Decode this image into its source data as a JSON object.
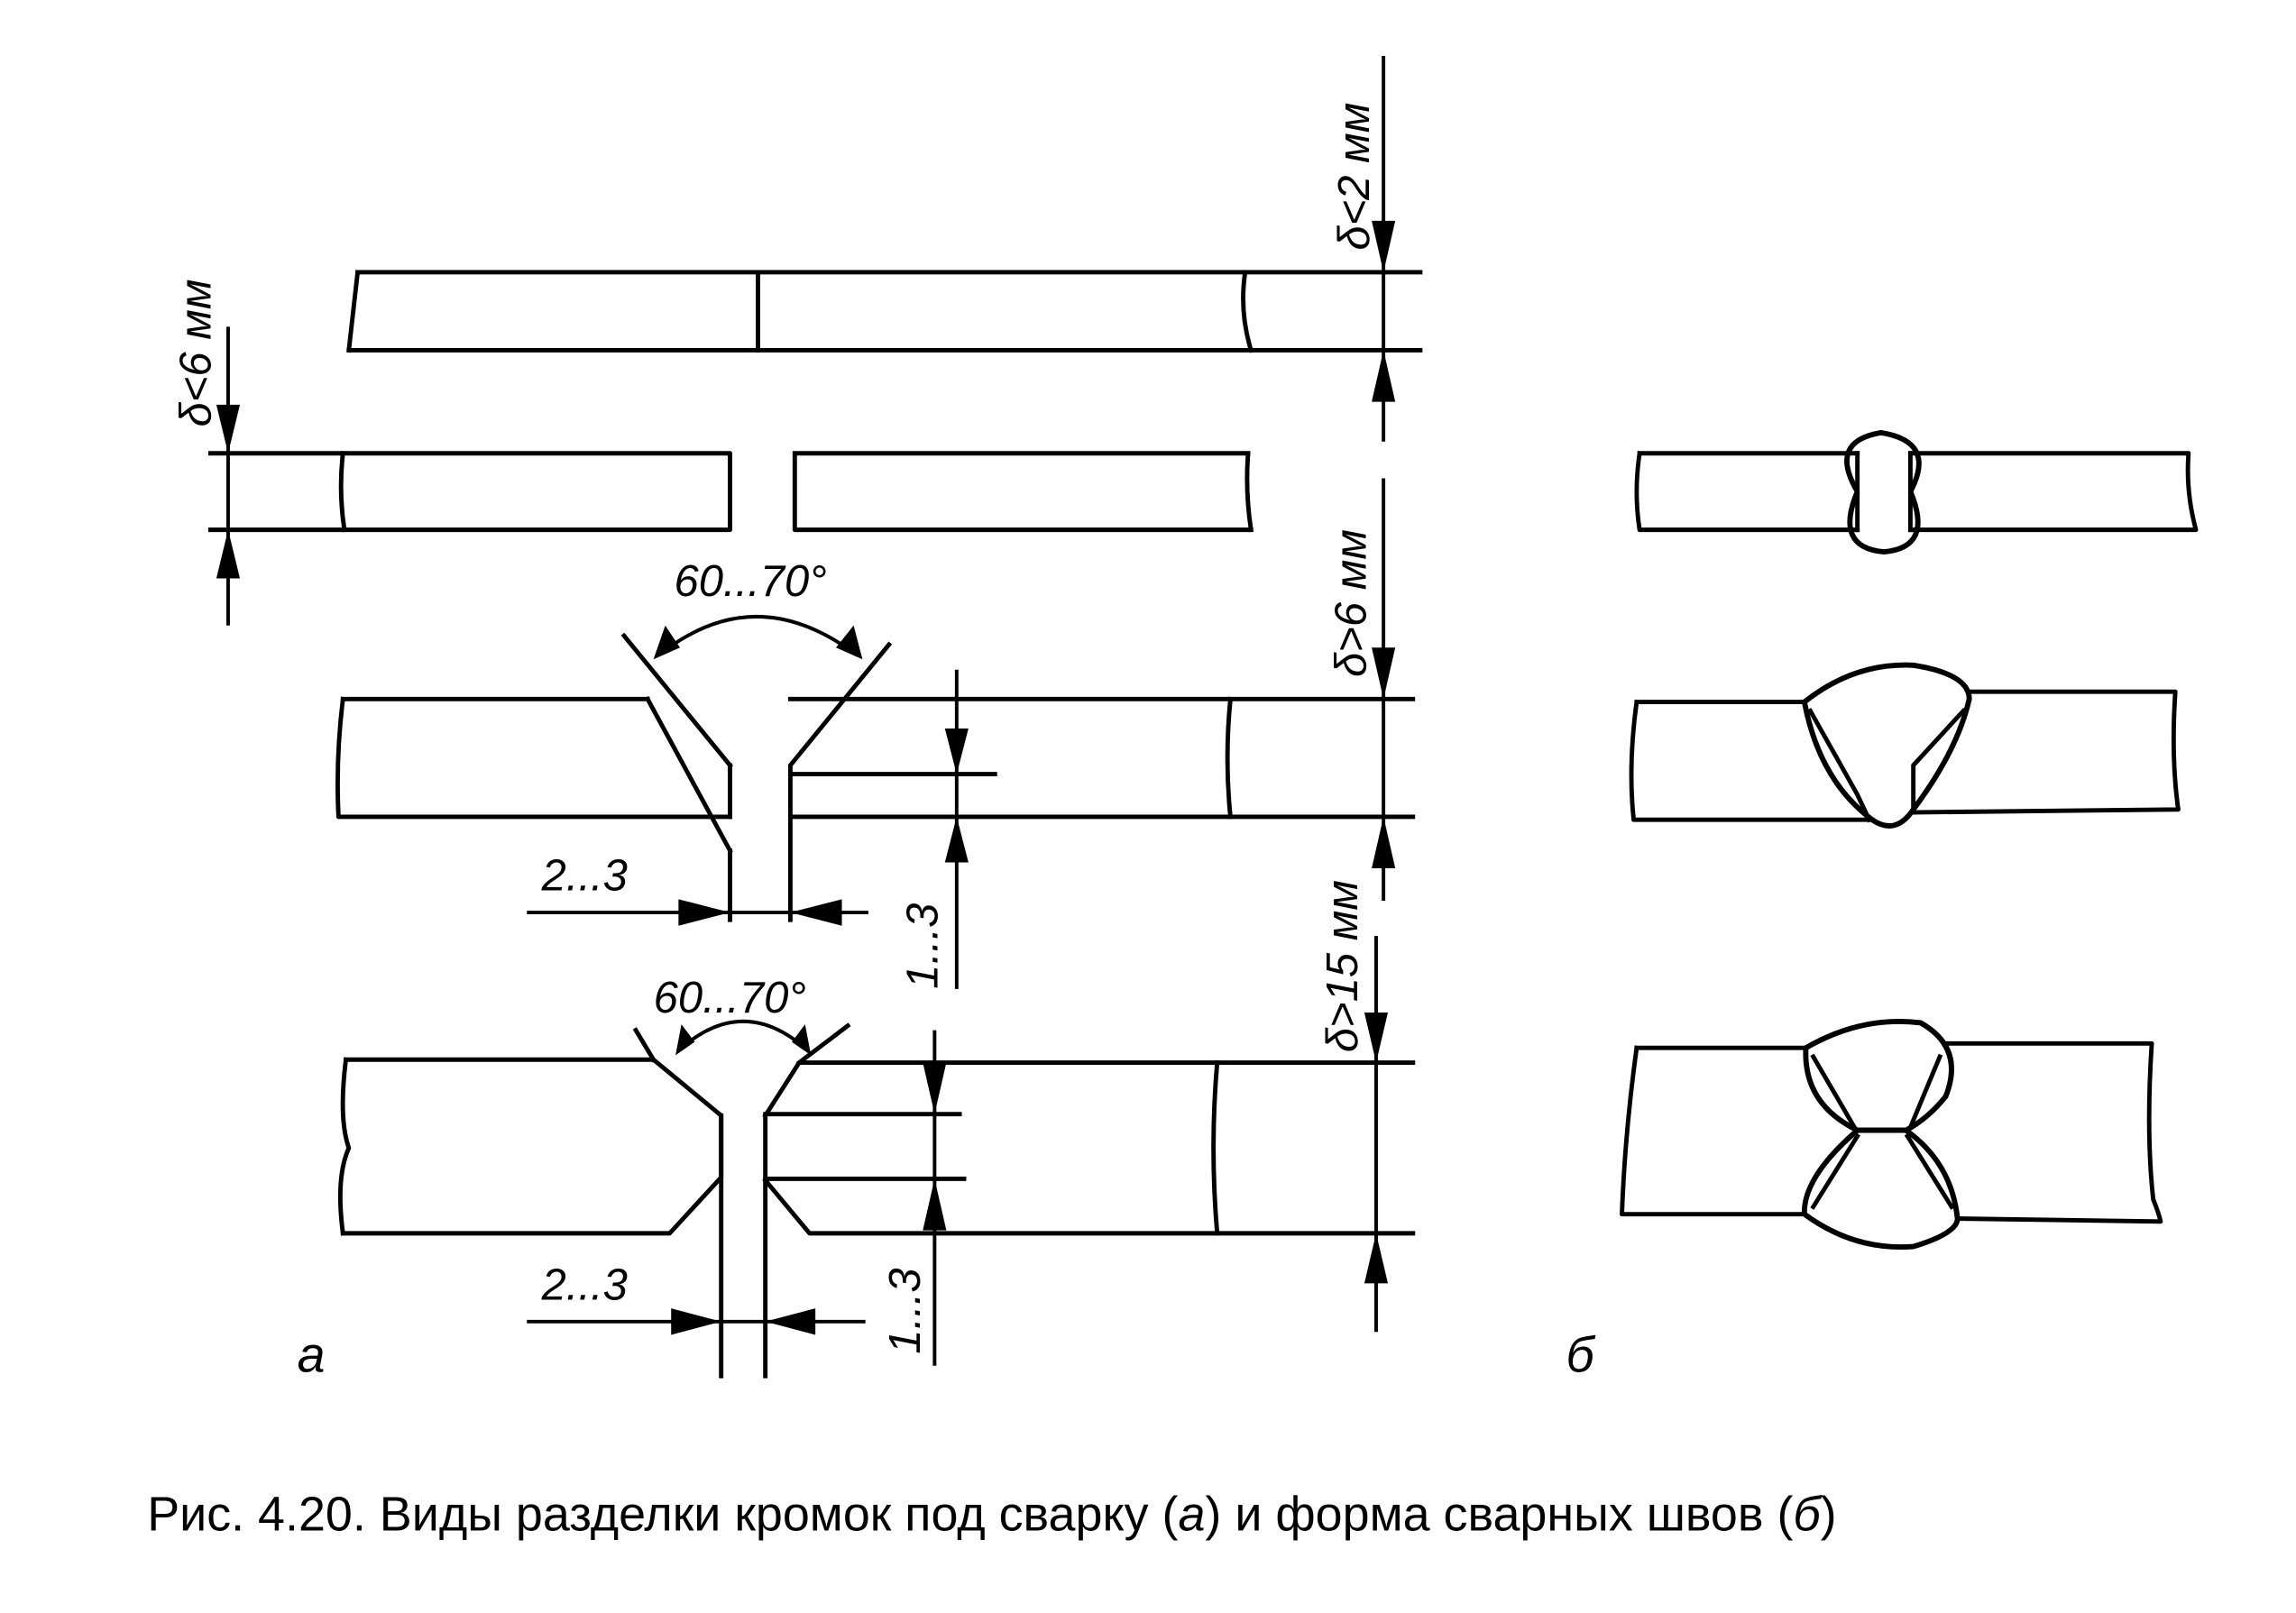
{
  "figure": {
    "caption_prefix": "Рис. 4.20.",
    "caption_text": "Виды разделки кромок под сварку (",
    "caption_a": "а",
    "caption_mid": ") и форма сварных швов (",
    "caption_b": "б",
    "caption_end": ")"
  },
  "part_a": {
    "label": "а",
    "dims": {
      "thin_butt": "δ<2 мм",
      "square_gap": "δ<6 мм",
      "v_groove": "δ>6 мм",
      "x_groove": "δ>15 мм"
    },
    "v_groove": {
      "angle": "60...70°",
      "gap": "2...3",
      "root_face": "1...3"
    },
    "x_groove": {
      "angle": "60...70°",
      "gap": "2...3",
      "root_face": "1...3"
    }
  },
  "part_b": {
    "label": "б"
  },
  "colors": {
    "ink": "#000000",
    "paper": "#ffffff"
  }
}
